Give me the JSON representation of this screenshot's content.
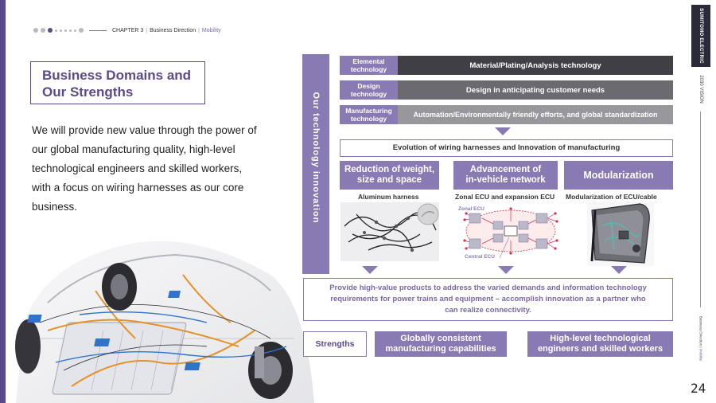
{
  "header": {
    "chapter": "CHAPTER 3",
    "section": "Business Direction",
    "subsection": "Mobility"
  },
  "sidebar": {
    "brand": "SUMITOMO ELECTRIC",
    "vision": "2030 VISION",
    "footer_section": "Business Direction",
    "footer_subsection": "Mobility",
    "page_number": "24"
  },
  "title": {
    "line1": "Business Domains and",
    "line2": "Our Strengths"
  },
  "description": {
    "line1": "We will provide new value through the power of",
    "line2": "our global manufacturing quality, high-level",
    "line3": "technological engineers and skilled workers,",
    "line4": "with a focus on wiring harnesses as our core",
    "line5": "business."
  },
  "innovation": {
    "banner": "Our technology innovation",
    "rows": [
      {
        "label1": "Elemental",
        "label2": "technology",
        "value": "Material/Plating/Analysis technology",
        "color": "#3f3f45"
      },
      {
        "label1": "Design",
        "label2": "technology",
        "value": "Design in anticipating customer needs",
        "color": "#6a6a70"
      },
      {
        "label1": "Manufacturing",
        "label2": "technology",
        "value": "Automation/Environmentally friendly efforts, and global standardization",
        "color": "#97979c"
      }
    ],
    "evolution": "Evolution of wiring harnesses and Innovation of manufacturing",
    "pillars": [
      {
        "line1": "Reduction of weight,",
        "line2": "size and space",
        "sublabel": "Aluminum harness"
      },
      {
        "line1": "Advancement of",
        "line2": "in-vehicle network",
        "sublabel": "Zonal ECU and expansion ECU"
      },
      {
        "line1": "Modularization",
        "line2": "",
        "sublabel": "Modularization of ECU/cable"
      }
    ],
    "ecu_labels": {
      "zonal": "Zonal ECU",
      "central": "Central ECU"
    }
  },
  "provide": {
    "line1": "Provide high-value products to address the varied demands and information technology",
    "line2": "requirements for power trains and equipment – accomplish innovation as a partner who",
    "line3": "can realize connectivity."
  },
  "strengths": {
    "label": "Strengths",
    "items": [
      {
        "line1": "Globally consistent",
        "line2": "manufacturing capabilities"
      },
      {
        "line1": "High-level technological",
        "line2": "engineers and skilled workers"
      }
    ]
  },
  "colors": {
    "primary": "#5b4a8a",
    "accent": "#8a7ab3",
    "dark_row": "#3f3f45",
    "mid_row": "#6a6a70",
    "light_row": "#97979c",
    "highlight_red": "#e0304a"
  },
  "icons": [
    "car-illustration",
    "harness-photo",
    "ecu-diagram",
    "door-module-photo",
    "down-arrow-icon"
  ]
}
